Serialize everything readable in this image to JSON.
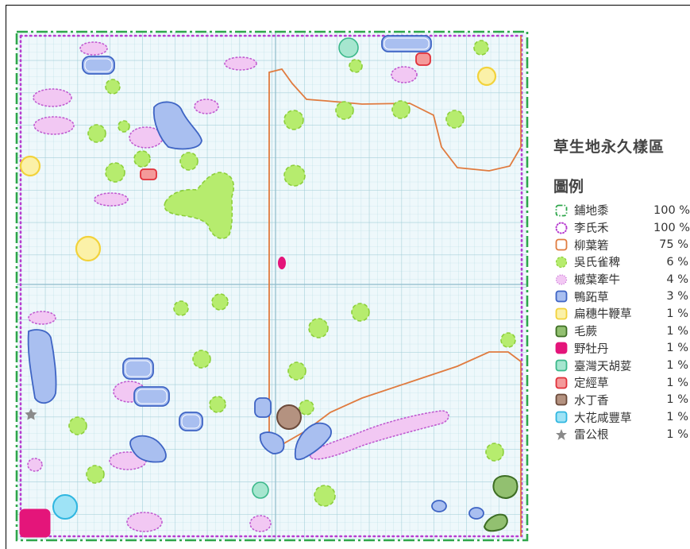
{
  "title": "草生地永久樣區",
  "legend_heading": "圖例",
  "legend": [
    {
      "key": "carpet_grass",
      "label": "鋪地黍",
      "percent": "100 %",
      "color": "#2ea64b",
      "fill": "none",
      "style": "dashdot",
      "icon": "dashdot-square-icon"
    },
    {
      "key": "lee_grass",
      "label": "李氏禾",
      "percent": "100 %",
      "color": "#b73dd0",
      "fill": "none",
      "style": "dotted",
      "icon": "dotted-circle-icon"
    },
    {
      "key": "willow_smartweed",
      "label": "柳葉箬",
      "percent": "75 %",
      "color": "#e07b3f",
      "fill": "none",
      "style": "solid",
      "icon": "outline-square-icon"
    },
    {
      "key": "wu_sparrow_barnyard",
      "label": "吳氏雀稗",
      "percent": "6 %",
      "color": "#8ccf3a",
      "fill": "#b6ec6e",
      "style": "dashed",
      "icon": "green-blob-icon"
    },
    {
      "key": "morning_glory",
      "label": "槭葉牽牛",
      "percent": "4 %",
      "color": "#c05bd0",
      "fill": "#f2c8f3",
      "style": "dotted",
      "icon": "pink-blob-icon"
    },
    {
      "key": "dayflower",
      "label": "鴨跖草",
      "percent": "3 %",
      "color": "#3e64c4",
      "fill": "#a9bff0",
      "style": "double",
      "icon": "blue-square-icon"
    },
    {
      "key": "flat_spike_grass",
      "label": "扁穗牛鞭草",
      "percent": "1 %",
      "color": "#f2d23b",
      "fill": "#fbf1a8",
      "style": "solid",
      "icon": "yellow-square-icon"
    },
    {
      "key": "mao_jue",
      "label": "毛蕨",
      "percent": "1 %",
      "color": "#3d6e24",
      "fill": "#92c070",
      "style": "solid",
      "icon": "fern-square-icon"
    },
    {
      "key": "wild_peony",
      "label": "野牡丹",
      "percent": "1 %",
      "color": "#e4157a",
      "fill": "#e4157a",
      "style": "solid",
      "icon": "magenta-square-icon"
    },
    {
      "key": "taiwan_hydrocotyle",
      "label": "臺灣天胡荽",
      "percent": "1 %",
      "color": "#3bb88a",
      "fill": "#a6e6cf",
      "style": "solid",
      "icon": "mint-square-icon"
    },
    {
      "key": "ding_jing_grass",
      "label": "定經草",
      "percent": "1 %",
      "color": "#e0303a",
      "fill": "#f49a9a",
      "style": "solid",
      "icon": "red-square-icon"
    },
    {
      "key": "water_clove",
      "label": "水丁香",
      "percent": "1 %",
      "color": "#6b4a3a",
      "fill": "#b49280",
      "style": "solid",
      "icon": "brown-square-icon"
    },
    {
      "key": "big_flower_herb",
      "label": "大花咸豐草",
      "percent": "1 %",
      "color": "#2fb6e0",
      "fill": "#9ee3f6",
      "style": "solid",
      "icon": "cyan-square-icon"
    },
    {
      "key": "thunder_root",
      "label": "雷公根",
      "percent": "1 %",
      "color": "#8a8a8a",
      "fill": "#8a8a8a",
      "style": "star",
      "icon": "gray-star-icon"
    }
  ]
}
